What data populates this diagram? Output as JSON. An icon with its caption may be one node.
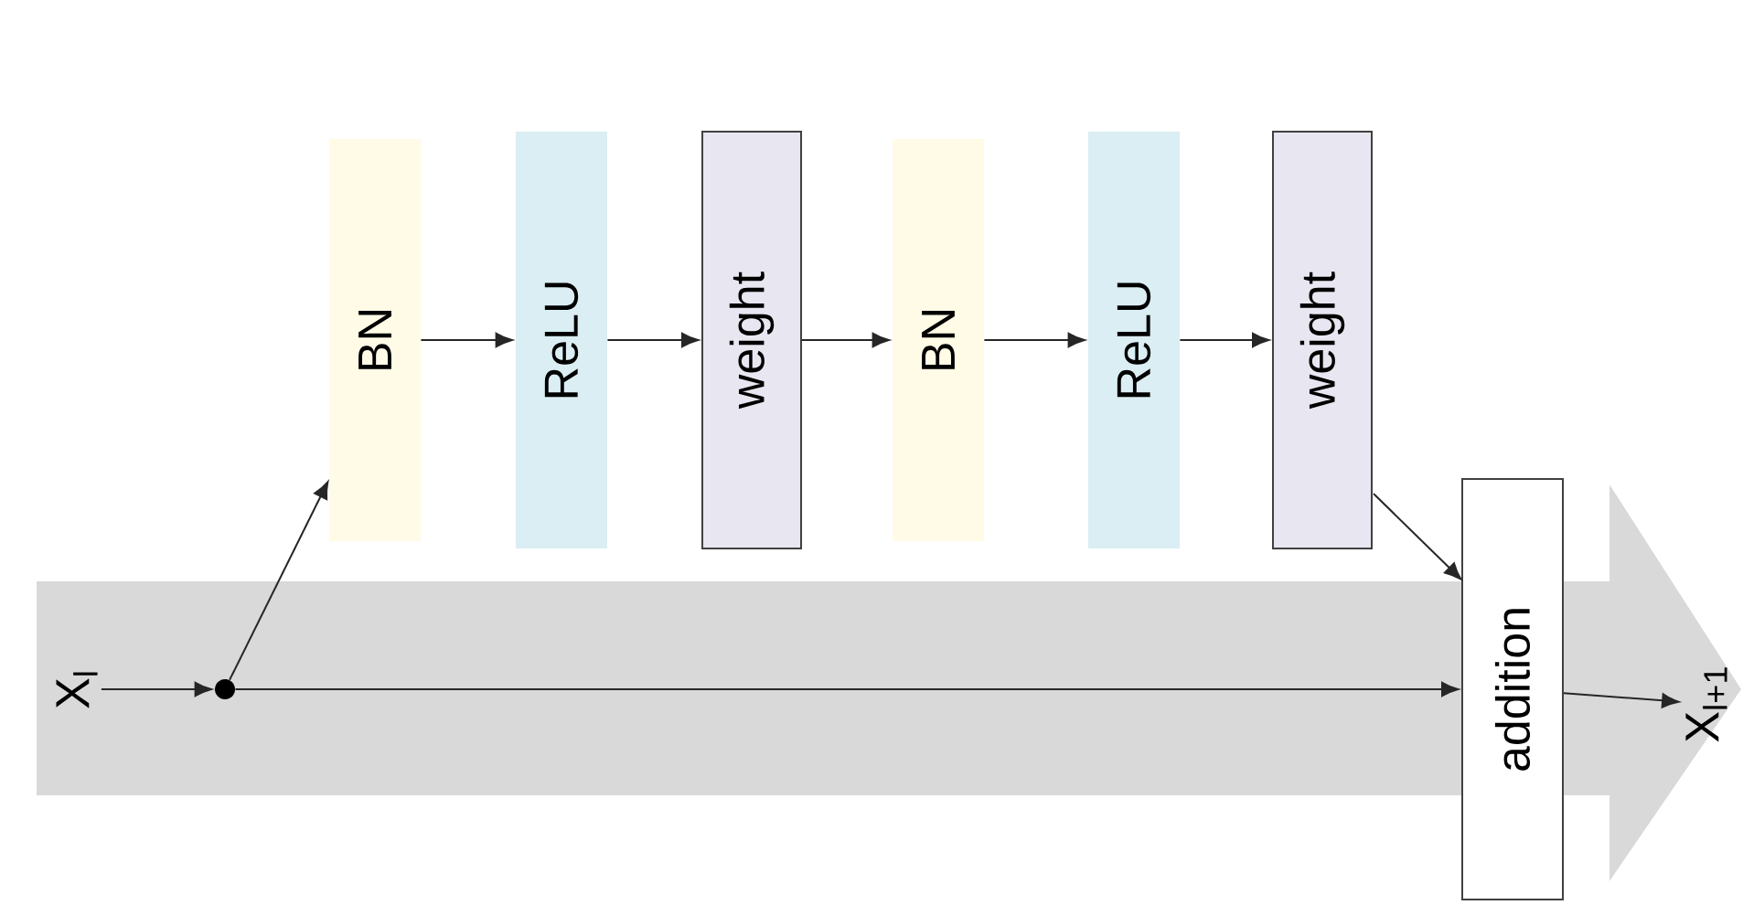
{
  "diagram": {
    "nodes": [
      {
        "text": [
          "X$_{l}$"
        ]
      },
      {
        "text": [],
        "shape": "circle"
      },
      {
        "text": [
          "BN"
        ]
      },
      {
        "text": [
          "ReLU"
        ]
      },
      {
        "text": [
          "weight"
        ]
      },
      {
        "text": [
          "BN"
        ]
      },
      {
        "text": [
          "ReLU"
        ]
      },
      {
        "text": [
          "weight"
        ]
      },
      {
        "text": [
          "addition"
        ]
      },
      {
        "text": [
          "X$_{l+1}$"
        ]
      }
    ],
    "edges": [
      {
        "from": 0,
        "to": 1,
        "arrow": "to"
      },
      {
        "from": 1,
        "to": 2,
        "arrow": "to"
      },
      {
        "from": 2,
        "to": 3,
        "arrow": "to"
      },
      {
        "from": 3,
        "to": 4,
        "arrow": "to"
      },
      {
        "from": 4,
        "to": 5,
        "arrow": "to"
      },
      {
        "from": 5,
        "to": 6,
        "arrow": "to"
      },
      {
        "from": 6,
        "to": 7,
        "arrow": "to"
      },
      {
        "from": 7,
        "to": 8,
        "arrow": "to"
      },
      {
        "from": 1,
        "to": 8,
        "arrow": "to"
      },
      {
        "from": 8,
        "to": 9,
        "arrow": "to"
      }
    ]
  }
}
